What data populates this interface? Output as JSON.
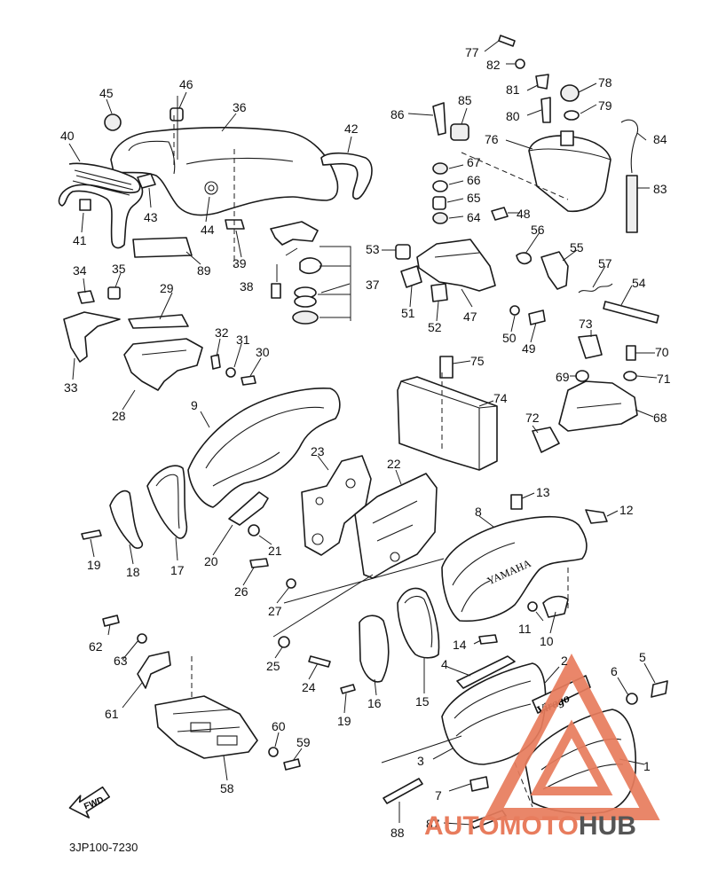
{
  "drawing_code": "3JP100-7230",
  "fwd_label": "FWD",
  "brand_text": "YAMAHA",
  "badge_text": "Virago",
  "watermark": {
    "part1": "AUTOMOTO",
    "part2": "HUB",
    "color": "#e87c5d",
    "color2": "#555555",
    "icon": "warning-triangle-logo"
  },
  "callouts": [
    "1",
    "2",
    "3",
    "4",
    "5",
    "6",
    "7",
    "8",
    "9",
    "10",
    "11",
    "12",
    "13",
    "14",
    "15",
    "16",
    "17",
    "18",
    "19",
    "19",
    "20",
    "21",
    "22",
    "23",
    "24",
    "25",
    "26",
    "27",
    "28",
    "29",
    "30",
    "31",
    "32",
    "33",
    "34",
    "35",
    "36",
    "37",
    "38",
    "39",
    "40",
    "41",
    "42",
    "43",
    "44",
    "45",
    "46",
    "47",
    "48",
    "49",
    "50",
    "51",
    "52",
    "53",
    "54",
    "55",
    "56",
    "57",
    "58",
    "59",
    "60",
    "61",
    "62",
    "63",
    "64",
    "65",
    "66",
    "67",
    "68",
    "69",
    "70",
    "71",
    "72",
    "73",
    "74",
    "75",
    "76",
    "77",
    "78",
    "79",
    "80",
    "81",
    "82",
    "83",
    "84",
    "85",
    "86",
    "87",
    "88",
    "89"
  ]
}
